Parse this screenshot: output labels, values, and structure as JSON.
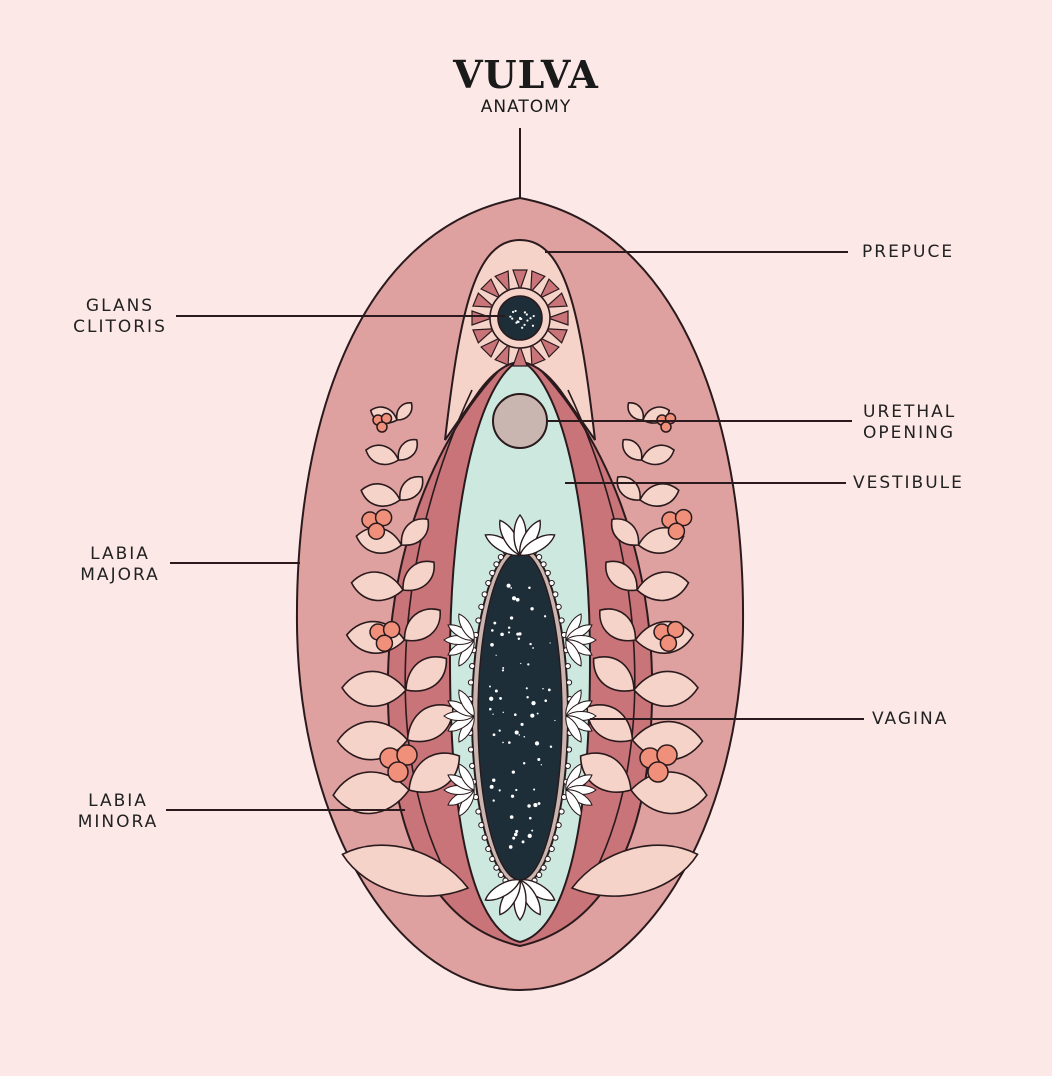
{
  "title": "VULVA",
  "subtitle": "ANATOMY",
  "labels": {
    "prepuce": [
      "PREPUCE"
    ],
    "glans_clitoris": [
      "GLANS",
      "CLITORIS"
    ],
    "urethal_opening": [
      "URETHAL",
      "OPENING"
    ],
    "vestibule": [
      "VESTIBULE"
    ],
    "labia_majora": [
      "LABIA",
      "MAJORA"
    ],
    "vagina": [
      "VAGINA"
    ],
    "labia_minora": [
      "LABIA",
      "MINORA"
    ]
  },
  "colors": {
    "background": "#fce8e6",
    "labia_majora": "#dea1a0",
    "labia_minora": "#c97479",
    "hood": "#f6d3c8",
    "vestibule": "#cde8df",
    "vagina": "#1e2e39",
    "berry": "#f08f7a",
    "leaf": "#f6d3c8",
    "urethra": "#c9b6b0",
    "outline": "#2a1a1d"
  }
}
